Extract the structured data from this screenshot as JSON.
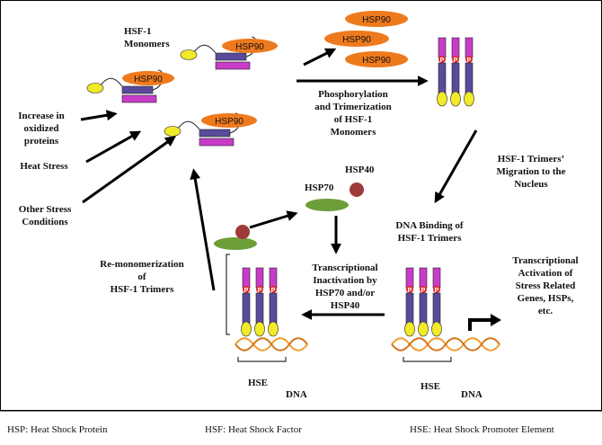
{
  "labels": {
    "monomers": [
      "HSF-1",
      "Monomers"
    ],
    "hsp90": "HSP90",
    "phosphorylation": [
      "Phosphorylation",
      "and Trimerization",
      "of HSF-1",
      "Monomers"
    ],
    "migration": [
      "HSF-1 Trimers’",
      "Migration to the",
      "Nucleus"
    ],
    "dna_binding": [
      "DNA Binding of",
      "HSF-1 Trimers"
    ],
    "transcriptional_activation": [
      "Transcriptional",
      "Activation of",
      "Stress Related",
      "Genes, HSPs,",
      "etc."
    ],
    "transcriptional_inactivation": [
      "Transcriptional",
      "Inactivation by",
      "HSP70 and/or",
      "HSP40"
    ],
    "remonomerization": [
      "Re-monomerization",
      "of",
      "HSF-1 Trimers"
    ],
    "increase": [
      "Increase in",
      "oxidized",
      "proteins"
    ],
    "heat_stress": "Heat Stress",
    "other_stress": [
      "Other Stress",
      "Conditions"
    ],
    "hsp70": "HSP70",
    "hsp40": "HSP40",
    "hse": "HSE",
    "dna": "DNA",
    "phospho": "P"
  },
  "legend": {
    "hsp": "HSP: Heat Shock Protein",
    "hsf": "HSF: Heat Shock  Factor",
    "hse": "HSE: Heat Shock Promoter Element"
  }
}
